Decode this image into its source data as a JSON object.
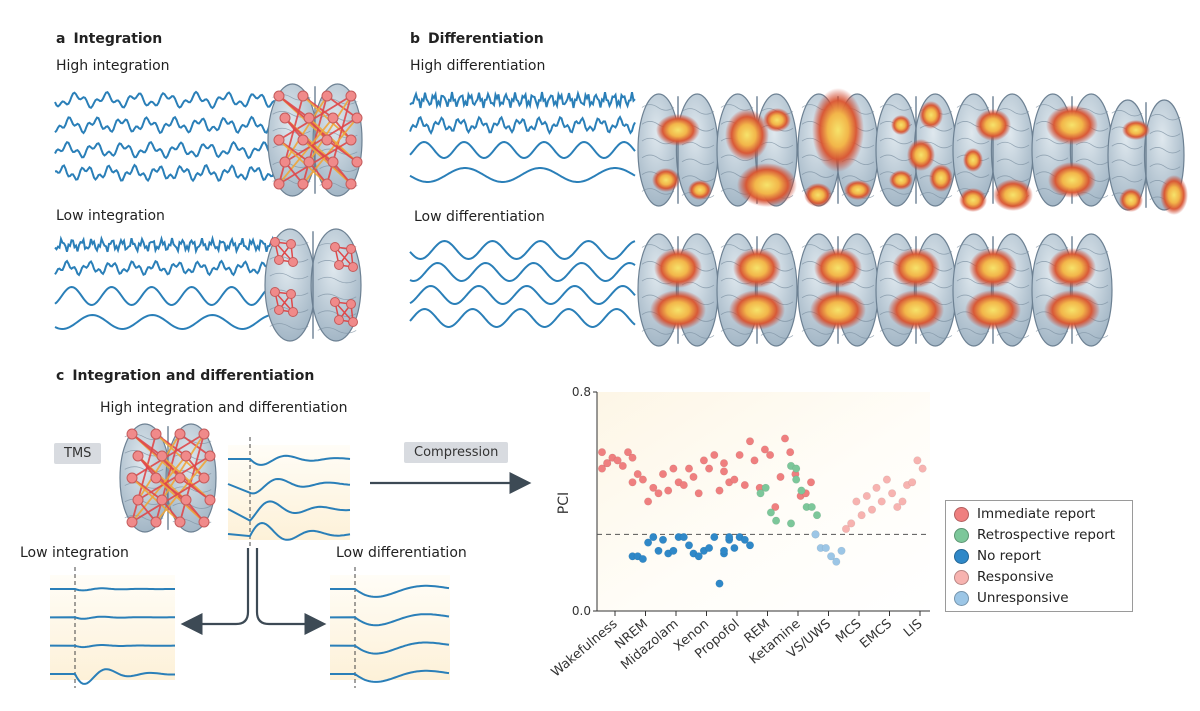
{
  "panel_a": {
    "letter": "a",
    "title": "Integration",
    "high_label": "High integration",
    "low_label": "Low integration"
  },
  "panel_b": {
    "letter": "b",
    "title": "Differentiation",
    "high_label": "High differentiation",
    "low_label": "Low differentiation"
  },
  "panel_c": {
    "letter": "c",
    "title": "Integration and differentiation",
    "high_label": "High integration and differentiation",
    "tms_label": "TMS",
    "compression_label": "Compression",
    "low_int_label": "Low integration",
    "low_diff_label": "Low differentiation"
  },
  "colors": {
    "wave": "#2a7fb8",
    "immediate": "#ef7f7f",
    "retrospective": "#7cc79a",
    "noreport": "#2f88c8",
    "responsive": "#f7b3b0",
    "unresponsive": "#9cc6e6",
    "brain": "#b4c7d6",
    "hot_outer": "#d2462c",
    "hot_inner": "#f6e36b"
  },
  "chart_data": {
    "type": "scatter",
    "ylabel": "PCI",
    "ylim": [
      0,
      0.8
    ],
    "yticks": [
      "0.0",
      "0.8"
    ],
    "threshold": 0.28,
    "categories": [
      "Wakefulness",
      "NREM",
      "Midazolam",
      "Xenon",
      "Propofol",
      "REM",
      "Ketamine",
      "VS/UWS",
      "MCS",
      "EMCS",
      "LIS"
    ],
    "series": [
      {
        "name": "Immediate report",
        "color": "#ef7f7f",
        "points": [
          [
            0,
            0.52
          ],
          [
            0,
            0.54
          ],
          [
            0,
            0.56
          ],
          [
            0,
            0.55
          ],
          [
            0,
            0.53
          ],
          [
            0,
            0.58
          ],
          [
            0,
            0.58
          ],
          [
            0,
            0.54
          ],
          [
            1,
            0.56
          ],
          [
            1,
            0.5
          ],
          [
            1,
            0.48
          ],
          [
            1,
            0.4
          ],
          [
            1,
            0.45
          ],
          [
            1,
            0.43
          ],
          [
            1,
            0.47
          ],
          [
            2,
            0.5
          ],
          [
            2,
            0.44
          ],
          [
            2,
            0.52
          ],
          [
            2,
            0.47
          ],
          [
            2,
            0.46
          ],
          [
            2,
            0.52
          ],
          [
            3,
            0.49
          ],
          [
            3,
            0.43
          ],
          [
            3,
            0.55
          ],
          [
            3,
            0.52
          ],
          [
            3,
            0.57
          ],
          [
            3,
            0.44
          ],
          [
            4,
            0.54
          ],
          [
            4,
            0.47
          ],
          [
            4,
            0.48
          ],
          [
            4,
            0.57
          ],
          [
            4,
            0.46
          ],
          [
            4,
            0.62
          ],
          [
            4,
            0.51
          ],
          [
            5,
            0.55
          ],
          [
            5,
            0.45
          ],
          [
            5,
            0.59
          ],
          [
            5,
            0.57
          ],
          [
            5,
            0.38
          ],
          [
            5,
            0.49
          ],
          [
            6,
            0.63
          ],
          [
            6,
            0.58
          ],
          [
            6,
            0.5
          ],
          [
            6,
            0.42
          ],
          [
            6,
            0.43
          ],
          [
            6,
            0.47
          ]
        ]
      },
      {
        "name": "Retrospective report",
        "color": "#7cc79a",
        "points": [
          [
            5,
            0.43
          ],
          [
            5,
            0.45
          ],
          [
            5,
            0.36
          ],
          [
            5,
            0.33
          ],
          [
            6,
            0.53
          ],
          [
            6,
            0.48
          ],
          [
            6,
            0.44
          ],
          [
            6,
            0.38
          ],
          [
            6,
            0.38
          ],
          [
            6,
            0.35
          ],
          [
            6,
            0.32
          ],
          [
            6,
            0.52
          ]
        ]
      },
      {
        "name": "No report",
        "color": "#2f88c8",
        "points": [
          [
            1,
            0.2
          ],
          [
            1,
            0.2
          ],
          [
            1,
            0.19
          ],
          [
            1,
            0.25
          ],
          [
            1,
            0.27
          ],
          [
            1,
            0.22
          ],
          [
            2,
            0.26
          ],
          [
            2,
            0.21
          ],
          [
            2,
            0.22
          ],
          [
            2,
            0.27
          ],
          [
            2,
            0.27
          ],
          [
            2,
            0.24
          ],
          [
            3,
            0.21
          ],
          [
            3,
            0.2
          ],
          [
            3,
            0.22
          ],
          [
            3,
            0.23
          ],
          [
            3,
            0.27
          ],
          [
            3,
            0.1
          ],
          [
            4,
            0.21
          ],
          [
            4,
            0.26
          ],
          [
            4,
            0.23
          ],
          [
            4,
            0.27
          ],
          [
            4,
            0.26
          ],
          [
            4,
            0.24
          ],
          [
            4,
            0.22
          ],
          [
            4,
            0.27
          ]
        ]
      },
      {
        "name": "Responsive",
        "color": "#f7b3b0",
        "points": [
          [
            8,
            0.3
          ],
          [
            8,
            0.32
          ],
          [
            8,
            0.4
          ],
          [
            8,
            0.35
          ],
          [
            8,
            0.42
          ],
          [
            8,
            0.37
          ],
          [
            9,
            0.45
          ],
          [
            9,
            0.4
          ],
          [
            9,
            0.48
          ],
          [
            9,
            0.43
          ],
          [
            9,
            0.38
          ],
          [
            9,
            0.4
          ],
          [
            10,
            0.46
          ],
          [
            10,
            0.47
          ],
          [
            10,
            0.55
          ],
          [
            10,
            0.52
          ]
        ]
      },
      {
        "name": "Unresponsive",
        "color": "#9cc6e6",
        "points": [
          [
            7,
            0.28
          ],
          [
            7,
            0.23
          ],
          [
            7,
            0.23
          ],
          [
            7,
            0.2
          ],
          [
            7,
            0.18
          ],
          [
            7,
            0.22
          ],
          [
            7,
            0.28
          ]
        ]
      }
    ]
  }
}
